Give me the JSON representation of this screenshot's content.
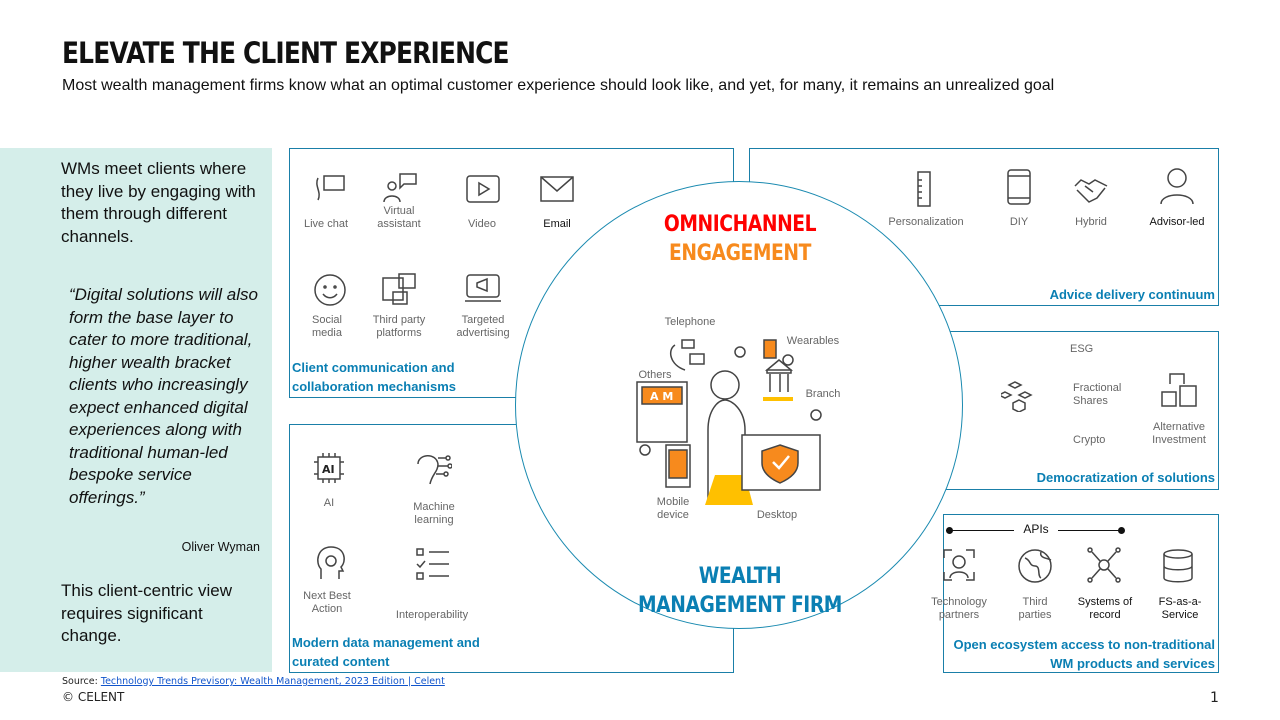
{
  "header": {
    "title": "ELEVATE THE CLIENT EXPERIENCE",
    "subtitle": "Most wealth management firms know what an optimal customer experience should look like, and yet, for many, it remains an unrealized goal"
  },
  "left": {
    "intro": "WMs meet clients where they live by engaging with them through different channels.",
    "quote": "“Digital solutions will also form the base layer to cater to more traditional, higher wealth bracket clients who increasingly expect enhanced digital experiences along with traditional human-led bespoke service offerings.”",
    "attribution": "Oliver Wyman",
    "closing": "This client-centric view requires significant change."
  },
  "center": {
    "top_line1": "OMNICHANNEL",
    "top_line2": "ENGAGEMENT",
    "bottom_line1": "WEALTH",
    "bottom_line2": "MANAGEMENT FIRM",
    "channels": [
      "Telephone",
      "Wearables",
      "Others",
      "Branch",
      "Mobile device",
      "Desktop"
    ],
    "atm_text": "A M",
    "colors": {
      "red": "#ff0000",
      "orange": "#f78a1d",
      "blue": "#0a7fb3"
    }
  },
  "communication": {
    "caption": "Client communication and collaboration mechanisms",
    "items": [
      "Live chat",
      "Virtual assistant",
      "Video",
      "Email",
      "Social media",
      "Third party platforms",
      "Targeted advertising"
    ]
  },
  "data_mgmt": {
    "caption": "Modern data management and curated content",
    "items": [
      "AI",
      "Machine learning",
      "Next Best Action",
      "Interoperability"
    ],
    "ai_icon_text": "AI"
  },
  "advice": {
    "caption": "Advice delivery continuum",
    "items": [
      "Personalization",
      "DIY",
      "Hybrid",
      "Advisor-led"
    ]
  },
  "democratization": {
    "caption": "Democratization of solutions",
    "items": [
      "ESG",
      "Fractional Shares",
      "Crypto",
      "Alternative Investment"
    ]
  },
  "ecosystem": {
    "caption": "Open ecosystem access to non-traditional WM products and services",
    "apis": "APIs",
    "items": [
      "Technology partners",
      "Third parties",
      "Systems of record",
      "FS-as-a-Service"
    ]
  },
  "footer": {
    "source_label": "Source:",
    "source_link": "Technology Trends Previsory: Wealth Management, 2023 Edition | Celent",
    "copyright": "© CELENT",
    "page": "1"
  }
}
